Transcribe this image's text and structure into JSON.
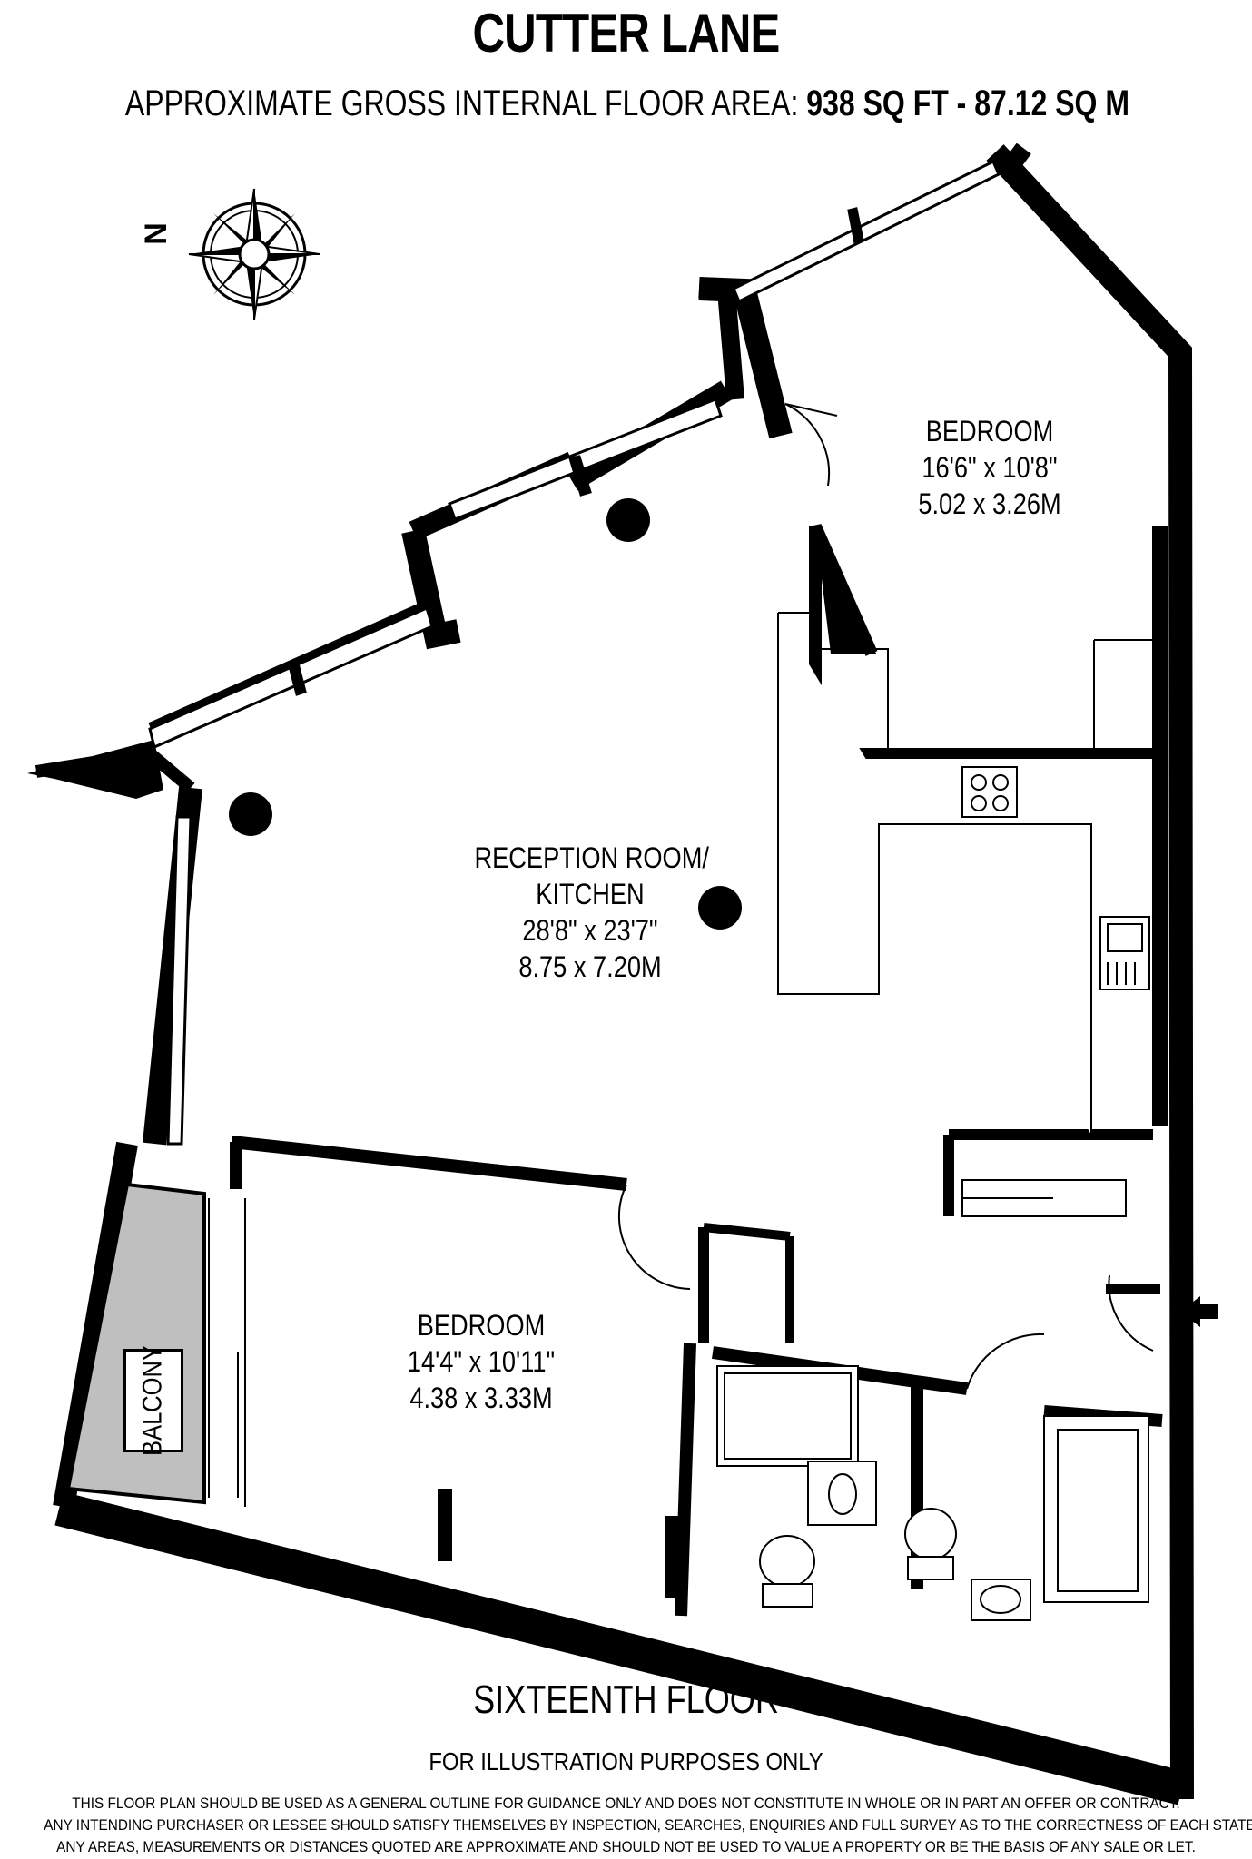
{
  "header": {
    "title": "CUTTER LANE",
    "area_prefix": "APPROXIMATE GROSS INTERNAL FLOOR AREA:",
    "area_value": "938 SQ FT  -  87.12 SQ M"
  },
  "compass": {
    "north_label": "N",
    "icon": "compass-rose-icon"
  },
  "rooms": {
    "bedroom1": {
      "name": "BEDROOM",
      "imperial": "16'6\" x 10'8\"",
      "metric": "5.02 x 3.26M"
    },
    "reception": {
      "name": "RECEPTION ROOM/",
      "name2": "KITCHEN",
      "imperial": "28'8\" x 23'7\"",
      "metric": "8.75 x 7.20M"
    },
    "bedroom2": {
      "name": "BEDROOM",
      "imperial": "14'4\" x 10'11\"",
      "metric": "4.38 x 3.33M"
    },
    "balcony": {
      "name": "BALCONY"
    }
  },
  "footer": {
    "floor": "SIXTEENTH FLOOR",
    "illustration": "FOR ILLUSTRATION PURPOSES ONLY",
    "disclaimer1": "THIS FLOOR PLAN SHOULD BE USED AS A GENERAL OUTLINE FOR GUIDANCE ONLY AND DOES NOT CONSTITUTE IN WHOLE OR IN PART AN OFFER OR CONTRACT.",
    "disclaimer2": "ANY INTENDING PURCHASER OR LESSEE SHOULD SATISFY THEMSELVES BY INSPECTION, SEARCHES, ENQUIRIES AND FULL SURVEY AS TO THE CORRECTNESS OF EACH STATEMENT.",
    "disclaimer3": "ANY AREAS, MEASUREMENTS OR DISTANCES QUOTED ARE APPROXIMATE AND SHOULD NOT BE USED TO VALUE A PROPERTY OR BE THE BASIS OF ANY SALE OR LET."
  },
  "colors": {
    "wall": "#000000",
    "balcony_fill": "#bfbfbf",
    "background": "#ffffff"
  }
}
